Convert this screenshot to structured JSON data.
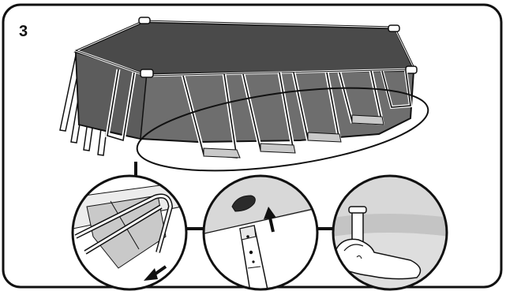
{
  "step": {
    "number": "3"
  },
  "colors": {
    "outline": "#111111",
    "pool_wall": "#6e6e6e",
    "pool_wall_dark": "#5a5a5a",
    "pool_cover": "#4a4a4a",
    "strap": "#c9c9c9",
    "detail_bg": "#d8d8d8",
    "liner": "#bdbdbd",
    "white": "#ffffff"
  },
  "icons": [
    "pool-frame-illustration",
    "zoom-ellipse",
    "detail-strap-rod",
    "detail-leg-insert",
    "detail-hand-pin",
    "arrow-down-left-icon",
    "arrow-up-icon"
  ]
}
